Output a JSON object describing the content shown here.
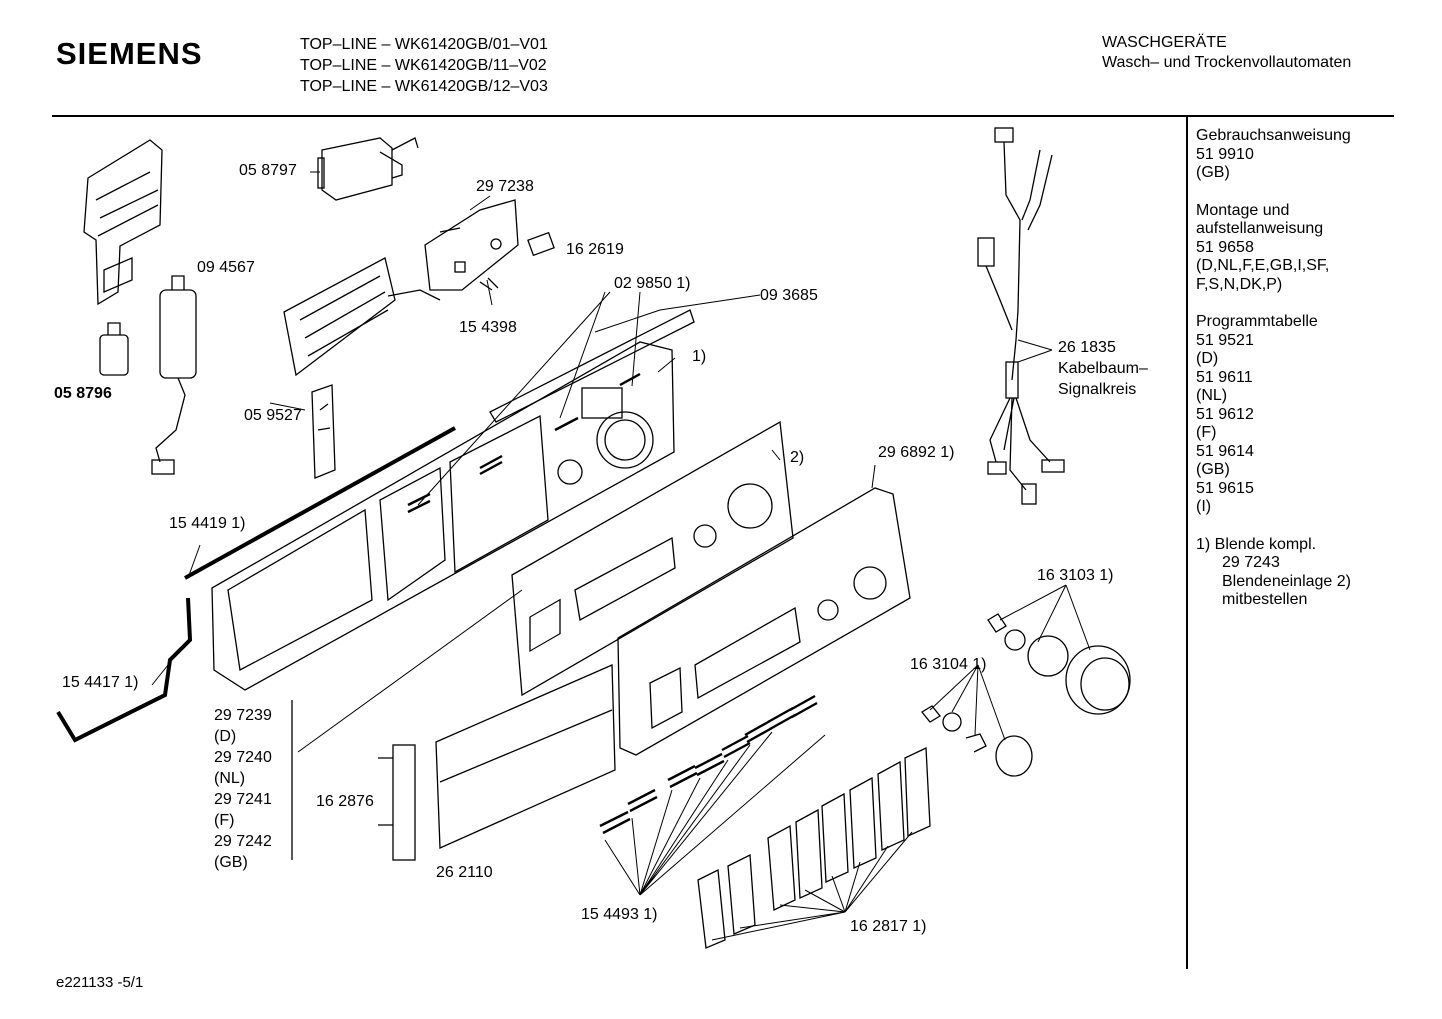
{
  "header": {
    "brand": "SIEMENS",
    "models": [
      "TOP–LINE – WK61420GB/01–V01",
      "TOP–LINE – WK61420GB/11–V02",
      "TOP–LINE – WK61420GB/12–V03"
    ],
    "category": "WASCHGERÄTE",
    "subcategory": "Wasch– und Trockenvollautomaten"
  },
  "sidebar": {
    "manual_title": "Gebrauchsanweisung",
    "manual_number": "51 9910",
    "manual_lang": "(GB)",
    "install_title_1": "Montage und",
    "install_title_2": "aufstellanweisung",
    "install_number": "51 9658",
    "install_langs_1": "(D,NL,F,E,GB,I,SF,",
    "install_langs_2": "F,S,N,DK,P)",
    "program_title": "Programmtabelle",
    "program_entries": [
      {
        "number": "51 9521",
        "lang": "(D)"
      },
      {
        "number": "51 9611",
        "lang": "(NL)"
      },
      {
        "number": "51 9612",
        "lang": "(F)"
      },
      {
        "number": "51 9614",
        "lang": "(GB)"
      },
      {
        "number": "51 9615",
        "lang": "(I)"
      }
    ],
    "note_1": "1) Blende kompl.",
    "note_2": "29 7243",
    "note_3": "Blendeneinlage 2)",
    "note_4": "mitbestellen"
  },
  "parts": {
    "p058797": "05 8797",
    "p297238": "29 7238",
    "p094567": "09 4567",
    "p162619": "16 2619",
    "p029850": "02 9850 1)",
    "p093685": "09 3685",
    "p154398": "15 4398",
    "p058796": "05 8796",
    "p059527": "05 9527",
    "p1": "1)",
    "p2": "2)",
    "p296892": "29 6892 1)",
    "p154419": "15 4419 1)",
    "p154417": "15 4417 1)",
    "p261835_1": "26 1835",
    "p261835_2": "Kabelbaum–",
    "p261835_3": "Signalkreis",
    "p163103": "16 3103 1)",
    "p163104": "16 3104 1)",
    "p297239": [
      "29 7239",
      "(D)",
      "29 7240",
      "(NL)",
      "29 7241",
      "(F)",
      "29 7242",
      "(GB)"
    ],
    "p162876": "16 2876",
    "p262110": "26 2110",
    "p154493": "15 4493 1)",
    "p162817": "16 2817 1)"
  },
  "footer": {
    "code": "e221133 -5/1"
  }
}
